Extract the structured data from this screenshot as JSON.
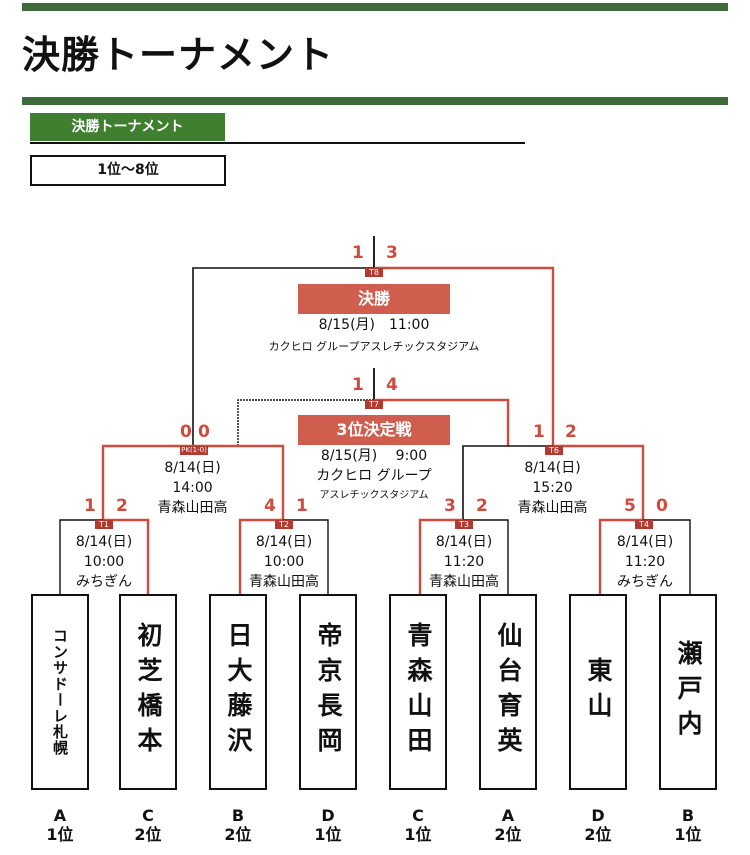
{
  "page": {
    "title": "決勝トーナメント",
    "section_tab": "決勝トーナメント",
    "rank_range": "1位〜8位"
  },
  "final": {
    "tag": "T8",
    "label": "決勝",
    "date_time": "8/15(月)　11:00",
    "venue": "カクヒロ グループアスレチックスタジアム",
    "score_left": "1",
    "score_right": "3"
  },
  "third_place": {
    "tag": "T7",
    "label": "3位決定戦",
    "date_time": "8/15(月)　 9:00",
    "venue_line1": "カクヒロ グループ",
    "venue_line2": "アスレチックスタジアム",
    "score_left": "1",
    "score_right": "4"
  },
  "semifinals": [
    {
      "tag": "PK(1-0)",
      "score_left": "0",
      "score_right": "0",
      "date": "8/14(日)",
      "time": "14:00",
      "venue": "青森山田高"
    },
    {
      "tag": "T6",
      "score_left": "1",
      "score_right": "2",
      "date": "8/14(日)",
      "time": "15:20",
      "venue": "青森山田高"
    }
  ],
  "quarterfinals": [
    {
      "tag": "T1",
      "score_left": "1",
      "score_right": "2",
      "date": "8/14(日)",
      "time": "10:00",
      "venue": "みちぎん"
    },
    {
      "tag": "T2",
      "score_left": "4",
      "score_right": "1",
      "date": "8/14(日)",
      "time": "10:00",
      "venue": "青森山田高"
    },
    {
      "tag": "T3",
      "score_left": "3",
      "score_right": "2",
      "date": "8/14(日)",
      "time": "11:20",
      "venue": "青森山田高"
    },
    {
      "tag": "T4",
      "score_left": "5",
      "score_right": "0",
      "date": "8/14(日)",
      "time": "11:20",
      "venue": "みちぎん"
    }
  ],
  "teams": [
    {
      "name": "コンサドーレ札幌",
      "group": "A",
      "rank": "1位"
    },
    {
      "name": "初芝橋本",
      "group": "C",
      "rank": "2位"
    },
    {
      "name": "日大藤沢",
      "group": "B",
      "rank": "2位"
    },
    {
      "name": "帝京長岡",
      "group": "D",
      "rank": "1位"
    },
    {
      "name": "青森山田",
      "group": "C",
      "rank": "1位"
    },
    {
      "name": "仙台育英",
      "group": "A",
      "rank": "2位"
    },
    {
      "name": "東山",
      "group": "D",
      "rank": "2位"
    },
    {
      "name": "瀬戸内",
      "group": "B",
      "rank": "1位"
    }
  ],
  "colors": {
    "header_green": "#3f6b3a",
    "tab_green": "#3f7f2f",
    "win_red": "#d04a3e",
    "banner_red": "#cf5e4f",
    "tag_red": "#b23a30"
  }
}
